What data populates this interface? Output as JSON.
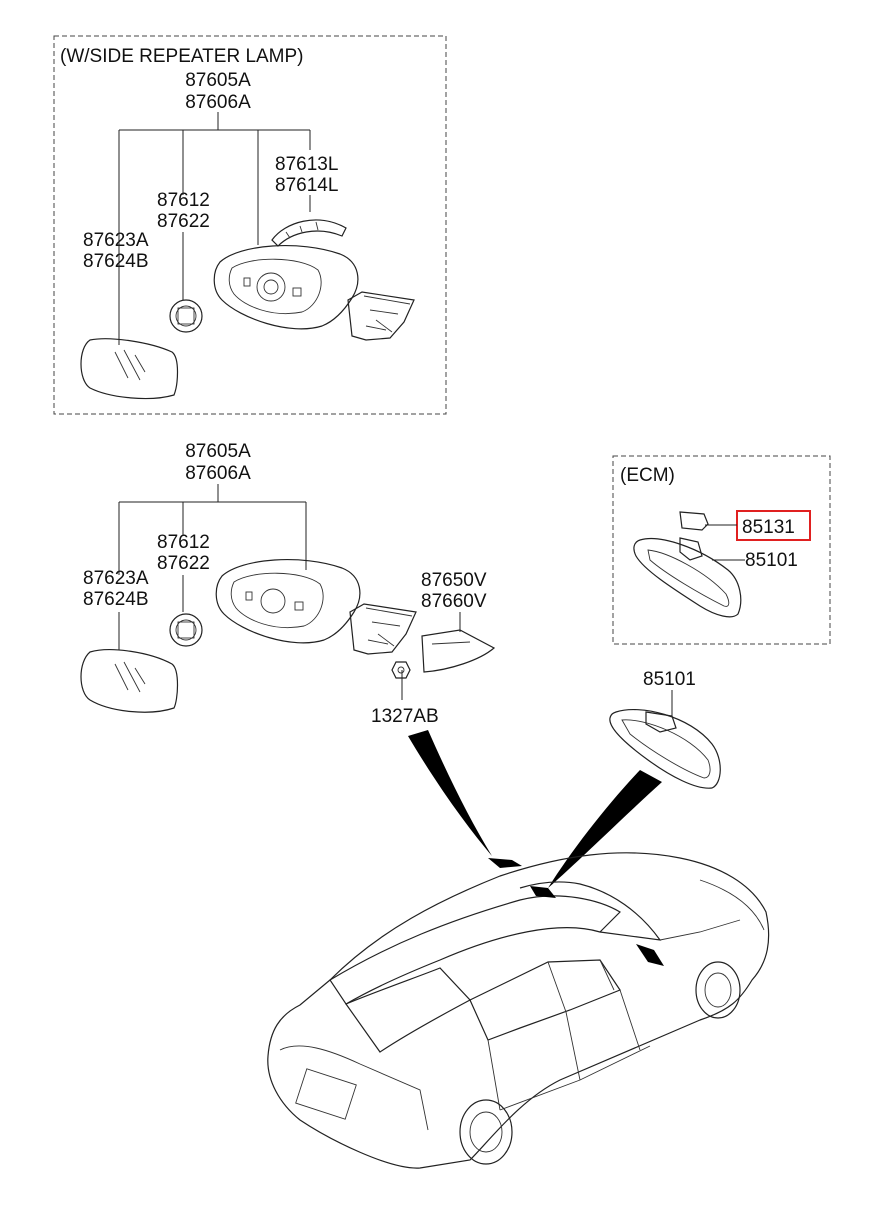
{
  "colors": {
    "line": "#222222",
    "highlight": "#e02020",
    "background": "#ffffff"
  },
  "top_group": {
    "title": "(W/SIDE REPEATER LAMP)",
    "assembly": [
      "87605A",
      "87606A"
    ],
    "cover": [
      "87613L",
      "87614L"
    ],
    "actuator": [
      "87612",
      "87622"
    ],
    "glass": [
      "87623A",
      "87624B"
    ]
  },
  "mid_group": {
    "assembly": [
      "87605A",
      "87606A"
    ],
    "actuator": [
      "87612",
      "87622"
    ],
    "glass": [
      "87623A",
      "87624B"
    ],
    "garnish": [
      "87650V",
      "87660V"
    ],
    "nut": "1327AB"
  },
  "ecm_group": {
    "title": "(ECM)",
    "cover": "85131",
    "mirror": "85101"
  },
  "inside_mirror": "85101"
}
